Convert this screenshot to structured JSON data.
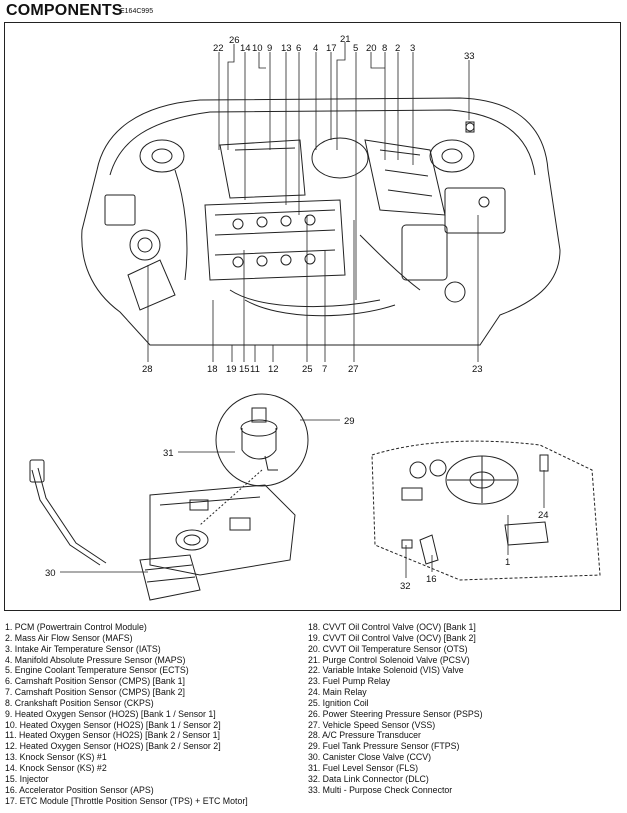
{
  "header": {
    "title": "COMPONENTS",
    "code": "E164C995"
  },
  "callouts": {
    "top": [
      "26",
      "22",
      "14",
      "10",
      "9",
      "13",
      "6",
      "4",
      "17",
      "21",
      "5",
      "20",
      "8",
      "2",
      "3",
      "33"
    ],
    "bottom": [
      "28",
      "18",
      "19",
      "15",
      "11",
      "12",
      "25",
      "7",
      "27",
      "23"
    ],
    "pump": [
      "29",
      "31",
      "30"
    ],
    "dash": [
      "24",
      "1",
      "32",
      "16"
    ]
  },
  "legend_left": [
    "1. PCM (Powertrain Control Module)",
    "2. Mass Air Flow Sensor (MAFS)",
    "3. Intake Air Temperature Sensor (IATS)",
    "4. Manifold Absolute Pressure Sensor (MAPS)",
    "5. Engine Coolant Temperature Sensor (ECTS)",
    "6. Camshaft Position Sensor (CMPS) [Bank 1]",
    "7. Camshaft Position Sensor (CMPS) [Bank 2]",
    "8. Crankshaft Position Sensor (CKPS)",
    "9. Heated Oxygen Sensor (HO2S) [Bank 1 / Sensor 1]",
    "10. Heated Oxygen Sensor (HO2S) [Bank 1 / Sensor 2]",
    "11. Heated Oxygen Sensor (HO2S) [Bank 2 / Sensor 1]",
    "12. Heated Oxygen Sensor (HO2S) [Bank 2 / Sensor 2]",
    "13. Knock Sensor (KS) #1",
    "14. Knock Sensor (KS) #2",
    "15. Injector",
    "16. Accelerator Position Sensor (APS)",
    "17. ETC Module [Throttle Position Sensor (TPS) + ETC Motor]"
  ],
  "legend_right": [
    "18. CVVT Oil Control Valve (OCV) [Bank 1]",
    "19. CVVT Oil Control Valve (OCV) [Bank 2]",
    "20. CVVT Oil Temperature Sensor (OTS)",
    "21. Purge Control Solenoid Valve (PCSV)",
    "22. Variable Intake Solenoid (VIS) Valve",
    "23. Fuel Pump Relay",
    "24. Main Relay",
    "25. Ignition Coil",
    "26. Power Steering Pressure Sensor (PSPS)",
    "27. Vehicle Speed Sensor (VSS)",
    "28. A/C Pressure Transducer",
    "29. Fuel Tank Pressure Sensor (FTPS)",
    "30. Canister Close Valve (CCV)",
    "31. Fuel Level Sensor (FLS)",
    "32. Data Link Connector (DLC)",
    "33. Multi - Purpose Check Connector"
  ]
}
